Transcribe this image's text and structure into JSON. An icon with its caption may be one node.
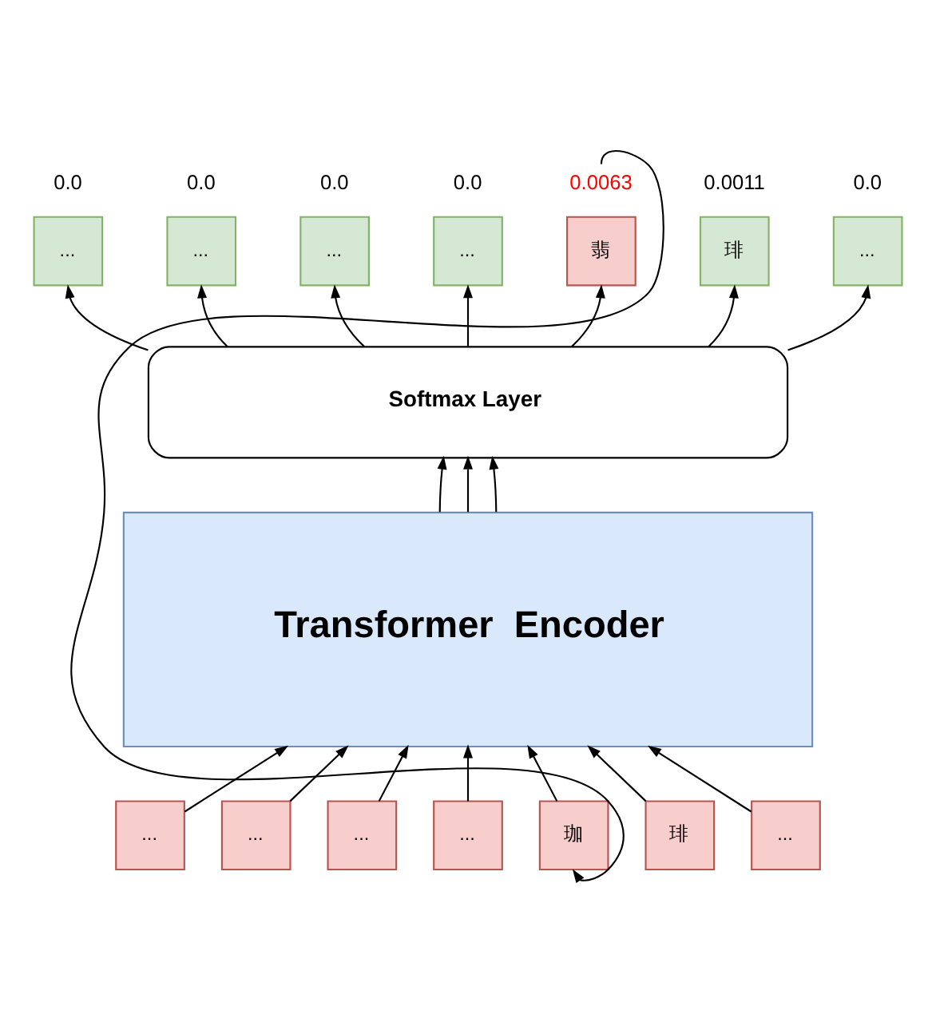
{
  "diagram": {
    "nodes": [
      {
        "text": [
          "..."
        ],
        "beside": [
          "0.0"
        ]
      },
      {
        "text": [
          "..."
        ],
        "beside": [
          "0.0"
        ]
      },
      {
        "text": [
          "..."
        ],
        "beside": [
          "0.0"
        ]
      },
      {
        "text": [
          "..."
        ],
        "beside": [
          "0.0"
        ]
      },
      {
        "text": [
          "翡"
        ],
        "beside": [
          "0.0063"
        ]
      },
      {
        "text": [
          "琲"
        ],
        "beside": [
          "0.0011"
        ]
      },
      {
        "text": [
          "..."
        ],
        "beside": [
          "0.0"
        ]
      },
      {
        "text": [
          "Softmax Layer"
        ]
      },
      {
        "text": [
          "Transformer  Encoder"
        ]
      },
      {
        "text": [
          "..."
        ]
      },
      {
        "text": [
          "..."
        ]
      },
      {
        "text": [
          "..."
        ]
      },
      {
        "text": [
          "..."
        ]
      },
      {
        "text": [
          "珈"
        ]
      },
      {
        "text": [
          "琲"
        ]
      },
      {
        "text": [
          "..."
        ]
      }
    ],
    "edges": [
      {
        "from": 9,
        "to": 8,
        "arrow": "to"
      },
      {
        "from": 10,
        "to": 8,
        "arrow": "to"
      },
      {
        "from": 11,
        "to": 8,
        "arrow": "to"
      },
      {
        "from": 12,
        "to": 8,
        "arrow": "to"
      },
      {
        "from": 13,
        "to": 8,
        "arrow": "to"
      },
      {
        "from": 14,
        "to": 8,
        "arrow": "to"
      },
      {
        "from": 15,
        "to": 8,
        "arrow": "to"
      },
      {
        "from": 8,
        "to": 7,
        "arrow": "to"
      },
      {
        "from": 8,
        "to": 7,
        "arrow": "to"
      },
      {
        "from": 8,
        "to": 7,
        "arrow": "to"
      },
      {
        "from": 7,
        "to": 0,
        "arrow": "to"
      },
      {
        "from": 7,
        "to": 1,
        "arrow": "to"
      },
      {
        "from": 7,
        "to": 2,
        "arrow": "to"
      },
      {
        "from": 7,
        "to": 3,
        "arrow": "to"
      },
      {
        "from": 7,
        "to": 4,
        "arrow": "to"
      },
      {
        "from": 7,
        "to": 5,
        "arrow": "to"
      },
      {
        "from": 7,
        "to": 6,
        "arrow": "to"
      },
      {
        "from": 4,
        "to": 13,
        "arrow": "to"
      }
    ]
  }
}
